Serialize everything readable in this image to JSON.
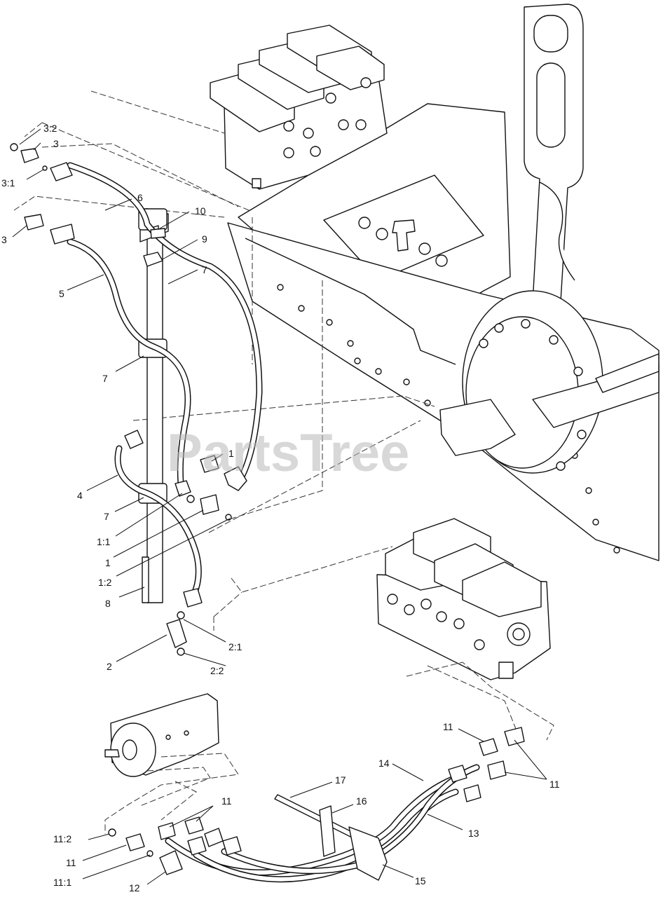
{
  "watermark": "PartsTree",
  "callouts": {
    "c3_2": "3:2",
    "c3": "3",
    "c3_1": "3:1",
    "c3b": "3",
    "c6": "6",
    "c10": "10",
    "c9": "9",
    "c7a": "7",
    "c5": "5",
    "c7b": "7",
    "c1a": "1",
    "c4": "4",
    "c7c": "7",
    "c1_1": "1:1",
    "c1b": "1",
    "c1_2": "1:2",
    "c8": "8",
    "c2_1": "2:1",
    "c2": "2",
    "c2_2": "2:2",
    "c11a": "11",
    "c11b": "11",
    "c14": "14",
    "c17": "17",
    "c16": "16",
    "c11c": "11",
    "c13": "13",
    "c11_2": "11:2",
    "c11d": "11",
    "c11_1": "11:1",
    "c12": "12",
    "c15": "15"
  }
}
